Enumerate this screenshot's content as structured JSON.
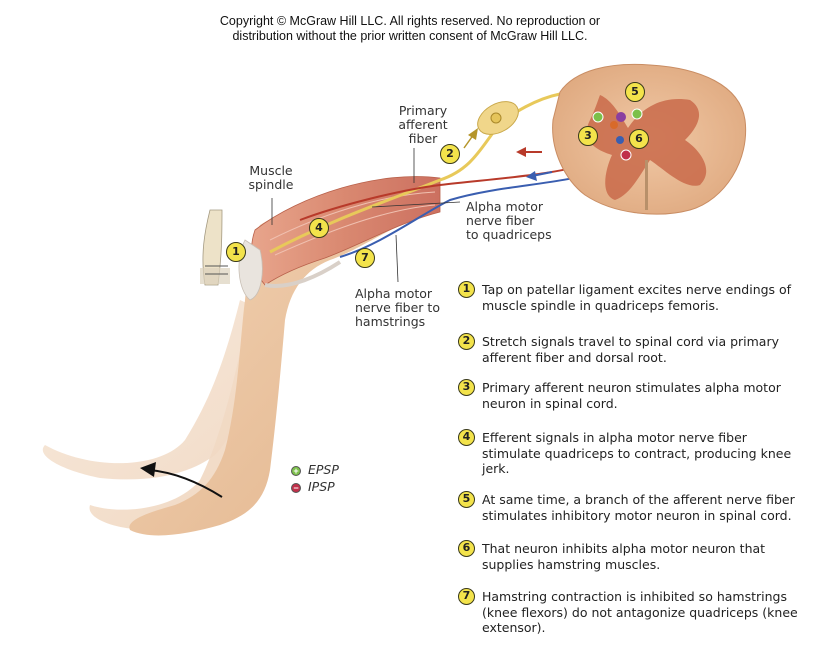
{
  "copyright": {
    "line1": "Copyright © McGraw Hill LLC. All rights reserved. No reproduction or",
    "line2": "distribution without the prior written consent of McGraw Hill LLC."
  },
  "labels": {
    "primary_afferent": "Primary\nafferent\nfiber",
    "muscle_spindle": "Muscle\nspindle",
    "alpha_quadriceps": "Alpha motor\nnerve fiber\nto quadriceps",
    "alpha_hamstrings": "Alpha motor\nnerve fiber to\nhamstrings"
  },
  "badges": [
    "1",
    "2",
    "3",
    "4",
    "5",
    "6",
    "7"
  ],
  "steps": [
    {
      "num": "1",
      "text": "Tap on patellar ligament excites nerve endings of muscle spindle in quadriceps femoris."
    },
    {
      "num": "2",
      "text": "Stretch signals travel to spinal cord via primary afferent fiber and dorsal root."
    },
    {
      "num": "3",
      "text": "Primary afferent neuron stimulates alpha motor neuron in spinal cord."
    },
    {
      "num": "4",
      "text": "Efferent signals in alpha motor nerve fiber stimulate quadriceps to contract, producing knee jerk."
    },
    {
      "num": "5",
      "text": "At same time, a branch of the afferent nerve fiber stimulates inhibitory motor neuron in spinal cord."
    },
    {
      "num": "6",
      "text": "That neuron inhibits alpha motor neuron that supplies hamstring muscles."
    },
    {
      "num": "7",
      "text": "Hamstring contraction is inhibited so hamstrings (knee flexors) do not antagonize quadriceps (knee extensor)."
    }
  ],
  "legend": {
    "epsp": "EPSP",
    "ipsp": "IPSP",
    "epsp_symbol": "+",
    "ipsp_symbol": "−",
    "epsp_color": "#7cc04a",
    "ipsp_color": "#c0304a"
  },
  "colors": {
    "afferent_fiber": "#e8c95a",
    "alpha_quadriceps": "#b83a2a",
    "alpha_hamstrings": "#3a5eb0",
    "badge": "#f3e34b"
  }
}
